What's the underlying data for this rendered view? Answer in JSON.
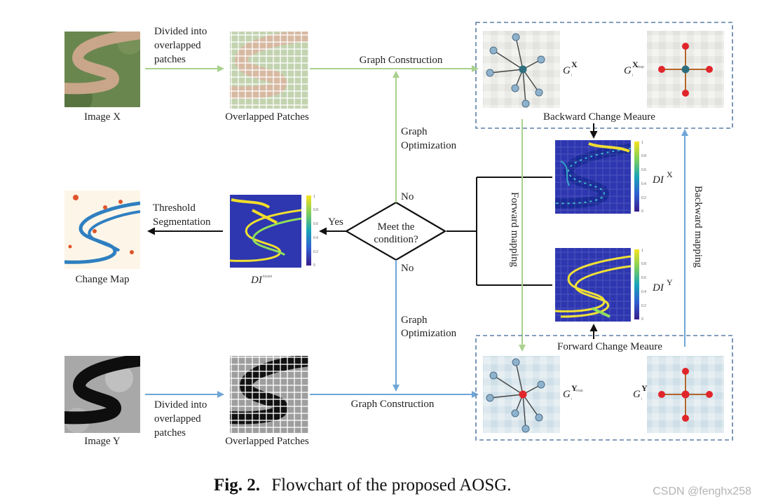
{
  "caption": {
    "prefix": "Fig. 2.",
    "text": "Flowchart of the proposed AOSG."
  },
  "watermark": "CSDN @fenghx258",
  "labels": {
    "image_x": "Image X",
    "image_y": "Image Y",
    "overlapped_patches_top": "Overlapped Patches",
    "overlapped_patches_bottom": "Overlapped Patches",
    "divided_top": [
      "Divided into",
      "overlapped",
      "patches"
    ],
    "divided_bottom": [
      "Divided into",
      "overlapped",
      "patches"
    ],
    "graph_construction_top": "Graph Construction",
    "graph_construction_bottom": "Graph Construction",
    "graph_optimization_top": [
      "Graph",
      "Optimization"
    ],
    "graph_optimization_bottom": [
      "Graph",
      "Optimization"
    ],
    "no_top": "No",
    "no_bottom": "No",
    "yes": "Yes",
    "decision": [
      "Meet the",
      "condition?"
    ],
    "threshold": [
      "Threshold",
      "Segmentation"
    ],
    "change_map": "Change Map",
    "backward_change": "Backward Change Meaure",
    "forward_change": "Forward Change Meaure",
    "forward_mapping": "Forward mapping",
    "backward_mapping": "Backward mapping",
    "di_x": "DI",
    "di_x_sup": "X",
    "di_y": "DI",
    "di_y_sup": "Y",
    "di_fusion": "DI",
    "di_fusion_sup": "fusion",
    "g_x": "G",
    "g_x_sub": "i",
    "g_x_sup": "X",
    "g_xmap": "G",
    "g_xmap_sub": "i",
    "g_xmap_sup": "X",
    "g_xmap_sup2": "map",
    "g_ymap": "G",
    "g_ymap_sub": "i",
    "g_ymap_sup": "Y",
    "g_ymap_sup2": "map",
    "g_y": "G",
    "g_y_sub": "i",
    "g_y_sup": "Y",
    "colorbar_ticks": [
      "1",
      "0.8",
      "0.6",
      "0.4",
      "0.2",
      "0"
    ]
  },
  "colors": {
    "green_arrow": "#a9d18e",
    "blue_arrow": "#6fa6d6",
    "dashed_box": "#5b7fa6",
    "node_dark": "#2e6e7e",
    "node_light": "#8fb2cc",
    "node_red": "#e0262a",
    "edge_orange": "#b5652a"
  }
}
